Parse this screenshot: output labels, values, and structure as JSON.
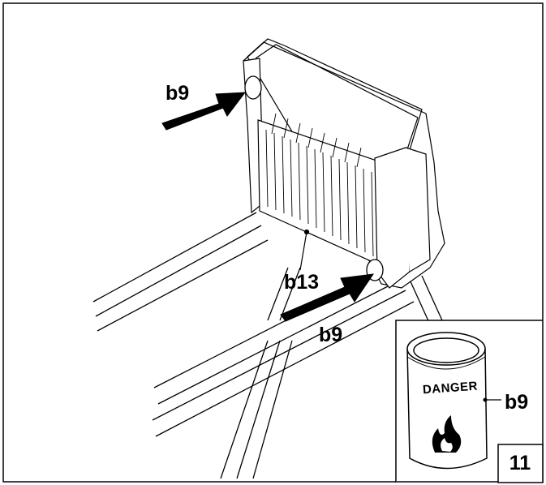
{
  "labels": {
    "b9_top": "b9",
    "b13": "b13",
    "b9_bottom": "b9",
    "b9_inset": "b9",
    "danger": "DANGER",
    "figure_number": "11"
  },
  "colors": {
    "ink": "#000000",
    "paper": "#ffffff"
  },
  "icons": {
    "hazard": "flame-icon",
    "arrow": "push-arrow-icon"
  }
}
